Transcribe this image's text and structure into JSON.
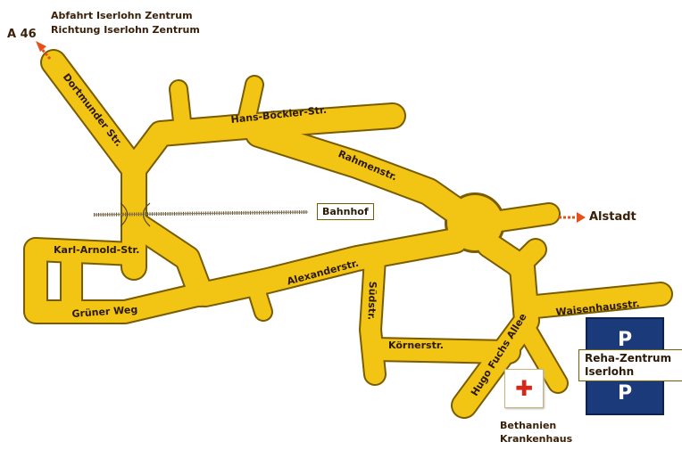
{
  "top_note": {
    "line1": "Abfahrt Iserlohn Zentrum",
    "line2": "Richtung Iserlohn Zentrum"
  },
  "directions": {
    "a46": "A 46",
    "altstadt": "Alstadt"
  },
  "streets": {
    "dortmunder": "Dortmunder Str.",
    "hans_boeckler": "Hans-Böckler-Str.",
    "rahmen": "Rahmenstr.",
    "karl_arnold": "Karl-Arnold-Str.",
    "alexander": "Alexanderstr.",
    "gruener_weg": "Grüner Weg",
    "suedstr": "Südstr.",
    "koerner": "Körnerstr.",
    "hugo_fuchs": "Hugo Fuchs Allee",
    "waisenhaus": "Waisenhausstr."
  },
  "places": {
    "bahnhof": "Bahnhof",
    "reha_line1": "Reha-Zentrum",
    "reha_line2": "Iserlohn",
    "parking": "P",
    "hospital_line1": "Bethanien",
    "hospital_line2": "Krankenhaus",
    "hospital_symbol": "✚"
  },
  "colors": {
    "road": "#f2c414",
    "road_edge": "#7a5c00",
    "arrow": "#e8501a",
    "parking": "#1a3a7a",
    "cross": "#d8261a"
  }
}
